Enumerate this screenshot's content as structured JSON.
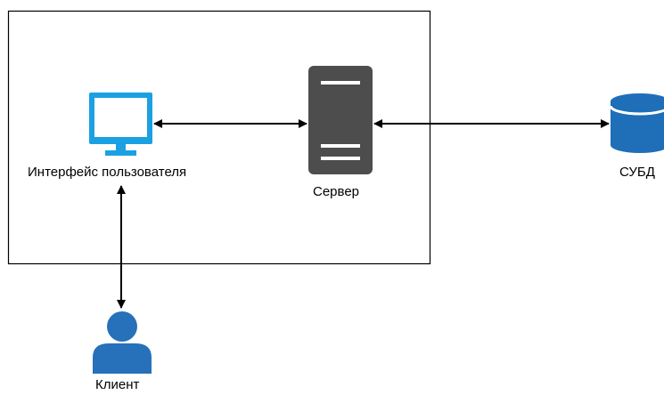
{
  "labels": {
    "ui": "Интерфейс пользователя",
    "server": "Сервер",
    "dbms": "СУБД",
    "client": "Клиент"
  },
  "icons": {
    "ui": "monitor-icon",
    "server": "server-icon",
    "dbms": "database-icon",
    "client": "user-icon"
  },
  "colors": {
    "monitor": "#1BA1E2",
    "server": "#4D4D4D",
    "database": "#1E6FB8",
    "user": "#2671B9",
    "lines": "#000000",
    "frame": "#000000"
  }
}
